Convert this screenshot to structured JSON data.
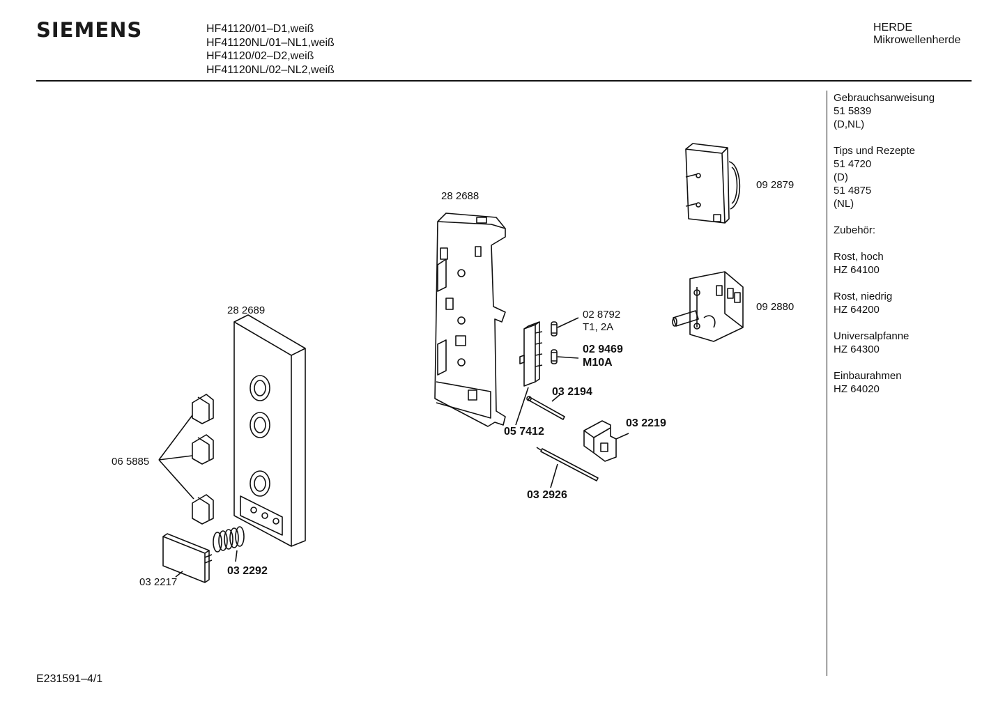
{
  "header": {
    "brand": "SIEMENS",
    "models": [
      "HF41120/01–D1,weiß",
      "HF41120NL/01–NL1,weiß",
      "HF41120/02–D2,weiß",
      "HF41120NL/02–NL2,weiß"
    ],
    "category": "HERDE",
    "subcategory": "Mikrowellenherde"
  },
  "sidebar": {
    "groups": [
      {
        "lines": [
          "Gebrauchsanweisung",
          "51 5839",
          "(D,NL)"
        ]
      },
      {
        "lines": [
          "Tips und Rezepte",
          "51 4720",
          "(D)",
          "51 4875",
          "(NL)"
        ]
      },
      {
        "lines": [
          "Zubehör:"
        ]
      },
      {
        "lines": [
          "Rost, hoch",
          "HZ 64100"
        ]
      },
      {
        "lines": [
          "Rost, niedrig",
          "HZ 64200"
        ]
      },
      {
        "lines": [
          "Universalpfanne",
          "HZ 64300"
        ]
      },
      {
        "lines": [
          "Einbaurahmen",
          "HZ 64020"
        ]
      }
    ]
  },
  "parts": {
    "p282688": "28 2688",
    "p282689": "28 2689",
    "p092879": "09 2879",
    "p092880": "09 2880",
    "p028792": "02 8792",
    "p028792_spec": "T1, 2A",
    "p029469": "02 9469",
    "p029469_spec": "M10A",
    "p032194": "03 2194",
    "p057412": "05 7412",
    "p032219": "03 2219",
    "p032926": "03 2926",
    "p065885": "06 5885",
    "p032292": "03 2292",
    "p032217": "03 2217"
  },
  "footer": {
    "drawing_id": "E231591–4/1"
  }
}
